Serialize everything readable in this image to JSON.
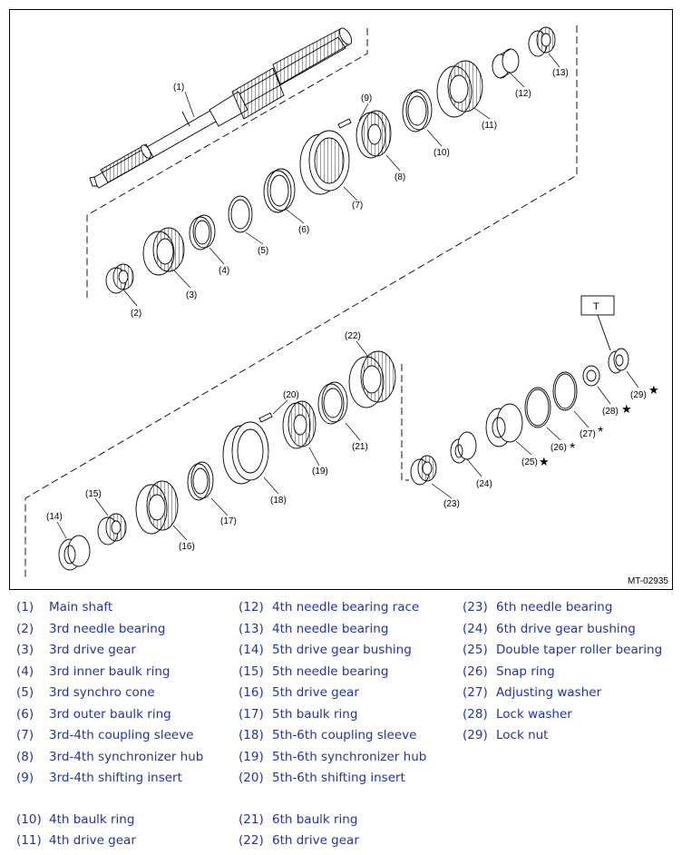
{
  "figure": {
    "code": "MT-02935",
    "tool_label": "T",
    "callouts": {
      "c1": "(1)",
      "c2": "(2)",
      "c3": "(3)",
      "c4": "(4)",
      "c5": "(5)",
      "c6": "(6)",
      "c7": "(7)",
      "c8": "(8)",
      "c9": "(9)",
      "c10": "(10)",
      "c11": "(11)",
      "c12": "(12)",
      "c13": "(13)",
      "c14": "(14)",
      "c15": "(15)",
      "c16": "(16)",
      "c17": "(17)",
      "c18": "(18)",
      "c19": "(19)",
      "c20": "(20)",
      "c21": "(21)",
      "c22": "(22)",
      "c23": "(23)",
      "c24": "(24)",
      "c25": "(25)",
      "c26": "(26)",
      "c27": "(27)",
      "c28": "(28)",
      "c29": "(29)"
    },
    "star_mark": "★",
    "asterisk_mark": "*"
  },
  "legend": {
    "col1": [
      {
        "num": "(1)",
        "name": "Main shaft"
      },
      {
        "num": "(2)",
        "name": "3rd needle bearing"
      },
      {
        "num": "(3)",
        "name": "3rd drive gear"
      },
      {
        "num": "(4)",
        "name": "3rd inner baulk ring"
      },
      {
        "num": "(5)",
        "name": "3rd synchro cone"
      },
      {
        "num": "(6)",
        "name": "3rd outer baulk ring"
      },
      {
        "num": "(7)",
        "name": "3rd-4th coupling sleeve"
      },
      {
        "num": "(8)",
        "name": "3rd-4th synchronizer hub"
      },
      {
        "num": "(9)",
        "name": "3rd-4th shifting insert"
      },
      {
        "num": "(10)",
        "name": "4th baulk ring"
      },
      {
        "num": "(11)",
        "name": "4th drive gear"
      }
    ],
    "col2": [
      {
        "num": "(12)",
        "name": "4th needle bearing race"
      },
      {
        "num": "(13)",
        "name": "4th needle bearing"
      },
      {
        "num": "(14)",
        "name": "5th drive gear bushing"
      },
      {
        "num": "(15)",
        "name": "5th needle bearing"
      },
      {
        "num": "(16)",
        "name": "5th drive gear"
      },
      {
        "num": "(17)",
        "name": "5th baulk ring"
      },
      {
        "num": "(18)",
        "name": "5th-6th coupling sleeve"
      },
      {
        "num": "(19)",
        "name": "5th-6th synchronizer hub"
      },
      {
        "num": "(20)",
        "name": "5th-6th shifting insert"
      },
      {
        "num": "(21)",
        "name": "6th baulk ring"
      },
      {
        "num": "(22)",
        "name": "6th drive gear"
      }
    ],
    "col3": [
      {
        "num": "(23)",
        "name": "6th needle bearing"
      },
      {
        "num": "(24)",
        "name": "6th drive gear bushing"
      },
      {
        "num": "(25)",
        "name": "Double taper roller bearing"
      },
      {
        "num": "(26)",
        "name": "Snap ring"
      },
      {
        "num": "(27)",
        "name": "Adjusting washer"
      },
      {
        "num": "(28)",
        "name": "Lock washer"
      },
      {
        "num": "(29)",
        "name": "Lock nut"
      }
    ]
  }
}
